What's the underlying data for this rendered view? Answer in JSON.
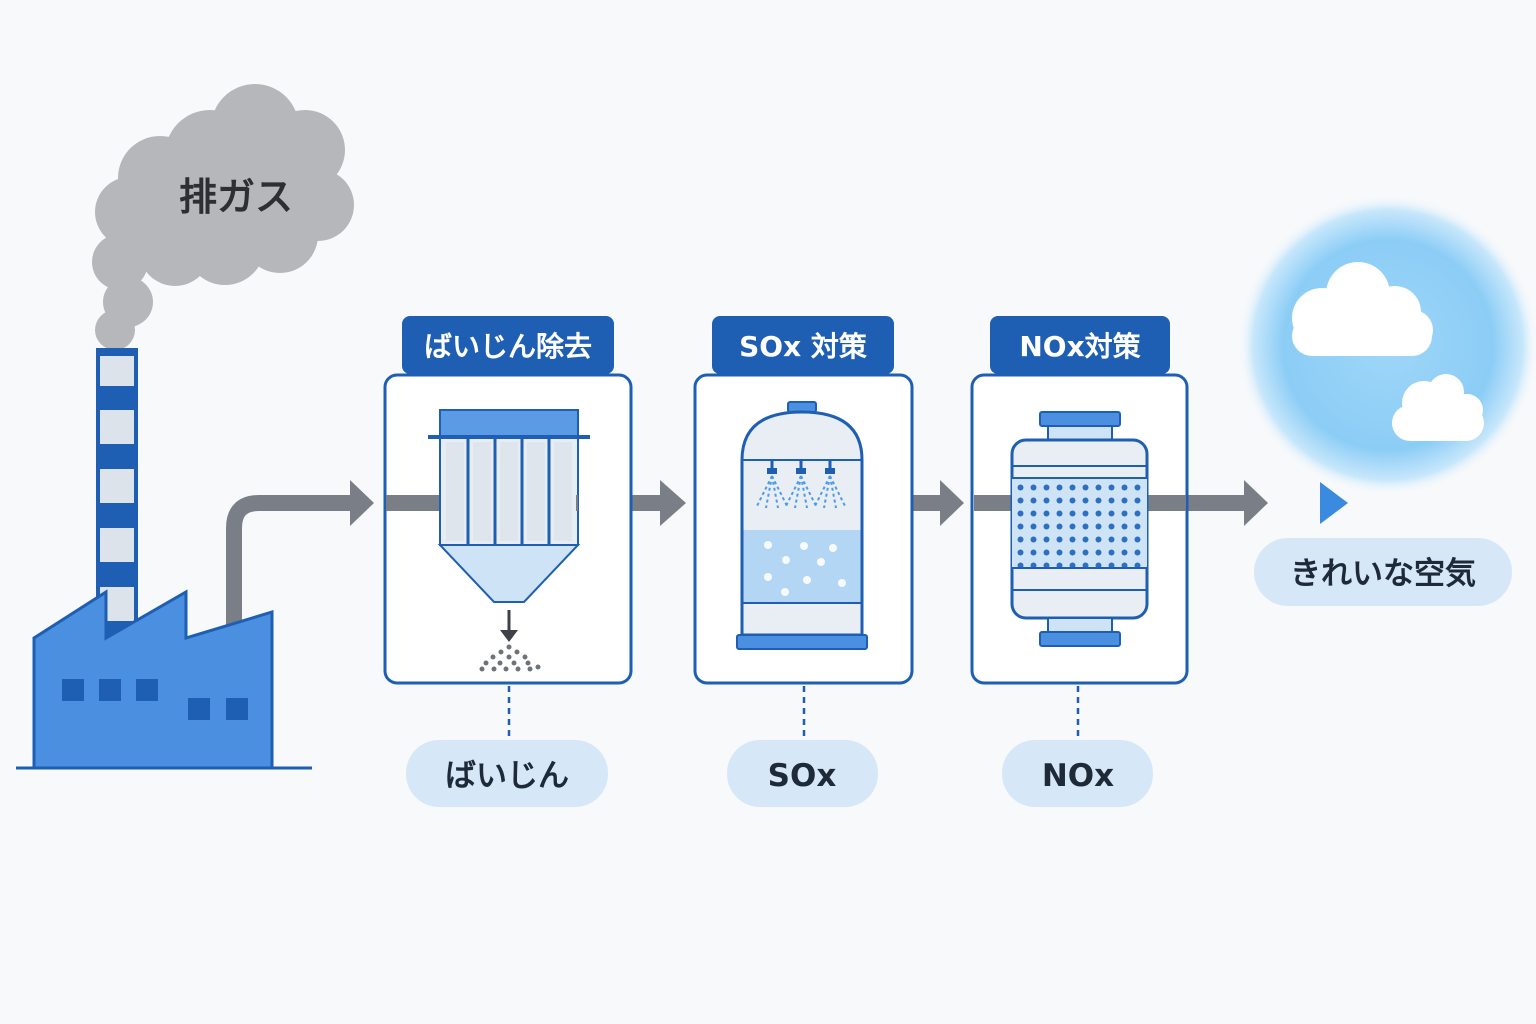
{
  "exhaust": {
    "label": "排ガス"
  },
  "stages": [
    {
      "title": "ばいじん除去",
      "output": "ばいじん"
    },
    {
      "title": "SOx 対策",
      "output": "SOx"
    },
    {
      "title": "NOx対策",
      "output": "NOx"
    }
  ],
  "result": {
    "label": "きれいな空気"
  },
  "colors": {
    "primary": "#1f5fb3",
    "accent": "#4a90e2",
    "light_fill": "#cfe3f7",
    "pill": "#d6e8f8",
    "arrow": "#7a7f87",
    "smoke": "#b5b7ba",
    "sky": "#8ccdf6"
  }
}
